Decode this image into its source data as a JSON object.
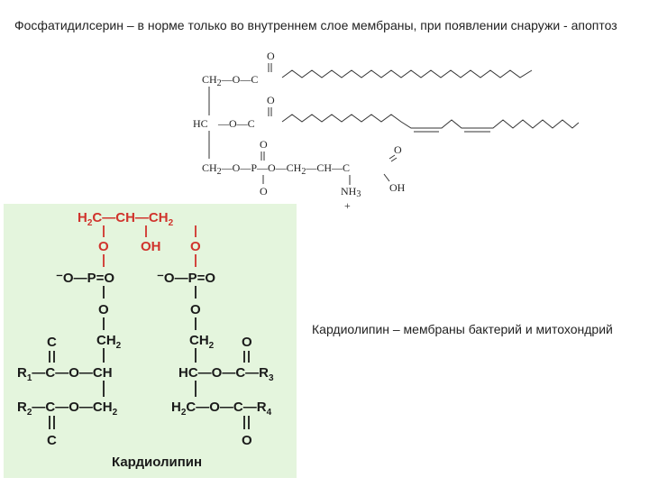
{
  "captions": {
    "phosphatidylserine": "Фосфатидилсерин – в норме только во внутреннем слое мембраны, при появлении снаружи - апоптоз",
    "cardiolipin": "Кардиолипин – мембраны бактерий и митохондрий"
  },
  "panel_label": "Кардиолипин",
  "colors": {
    "panel_bg": "#e4f5dd",
    "glycerol_bridge": "#d0332c",
    "black_text": "#1a1a1a"
  }
}
